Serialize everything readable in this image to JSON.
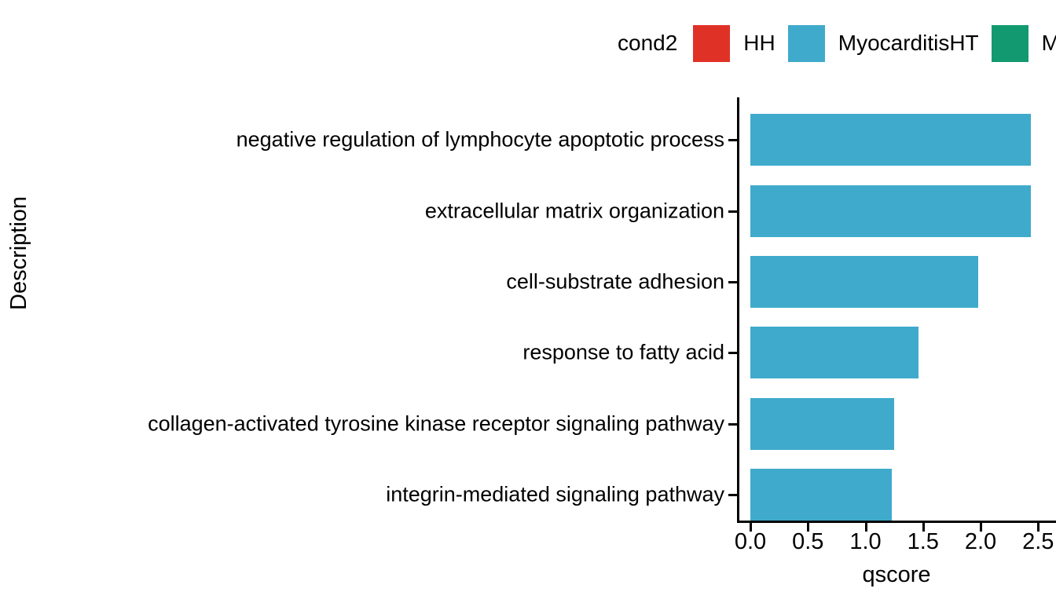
{
  "legend": {
    "title": "cond2",
    "entries": [
      {
        "label": "HH",
        "color": "#E03127"
      },
      {
        "label": "MyocarditisHT",
        "color": "#3FAACB"
      },
      {
        "label": "My",
        "color": "#13996F"
      }
    ]
  },
  "axes": {
    "x_title": "qscore",
    "y_title": "Description",
    "x_ticks": [
      "0.0",
      "0.5",
      "1.0",
      "1.5",
      "2.0",
      "2.5"
    ]
  },
  "chart_data": {
    "type": "bar",
    "orientation": "horizontal",
    "title": "",
    "xlabel": "qscore",
    "ylabel": "Description",
    "xlim": [
      0,
      2.5
    ],
    "grid": false,
    "legend_position": "top",
    "legend_title": "cond2",
    "series_color": "#3FAACB",
    "series_name": "MyocarditisHT",
    "categories": [
      "negative regulation of lymphocyte apoptotic process",
      "extracellular matrix organization",
      "cell-substrate adhesion",
      "response to fatty acid",
      "collagen-activated tyrosine kinase receptor signaling pathway",
      "integrin-mediated signaling pathway"
    ],
    "values": [
      2.44,
      2.44,
      1.98,
      1.46,
      1.25,
      1.23
    ]
  }
}
